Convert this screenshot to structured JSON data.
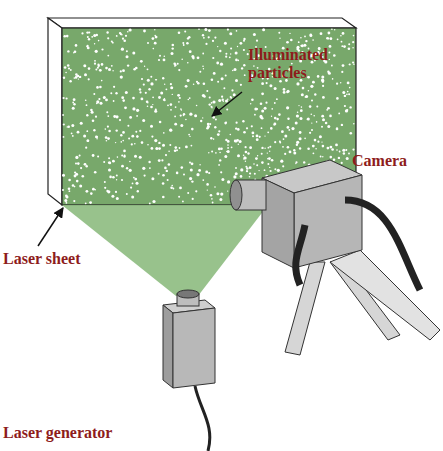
{
  "diagram": {
    "labels": [
      "Illuminated particles",
      "Camera",
      "Laser sheet",
      "Laser generator"
    ]
  }
}
